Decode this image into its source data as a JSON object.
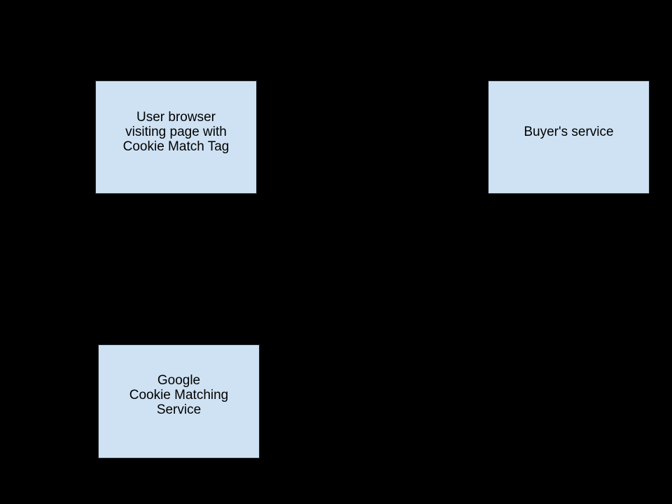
{
  "canvas": {
    "background_color": "#000000"
  },
  "diagram": {
    "node_fill_color": "#cfe2f3",
    "node_text_color": "#000000",
    "nodes": {
      "user_browser": {
        "line1": "User browser",
        "line2": "visiting page with",
        "line3": "Cookie Match Tag"
      },
      "buyers_service": {
        "line1": "Buyer's service"
      },
      "google_cookie_matching": {
        "line1": "Google",
        "line2": "Cookie Matching",
        "line3": "Service"
      }
    }
  }
}
